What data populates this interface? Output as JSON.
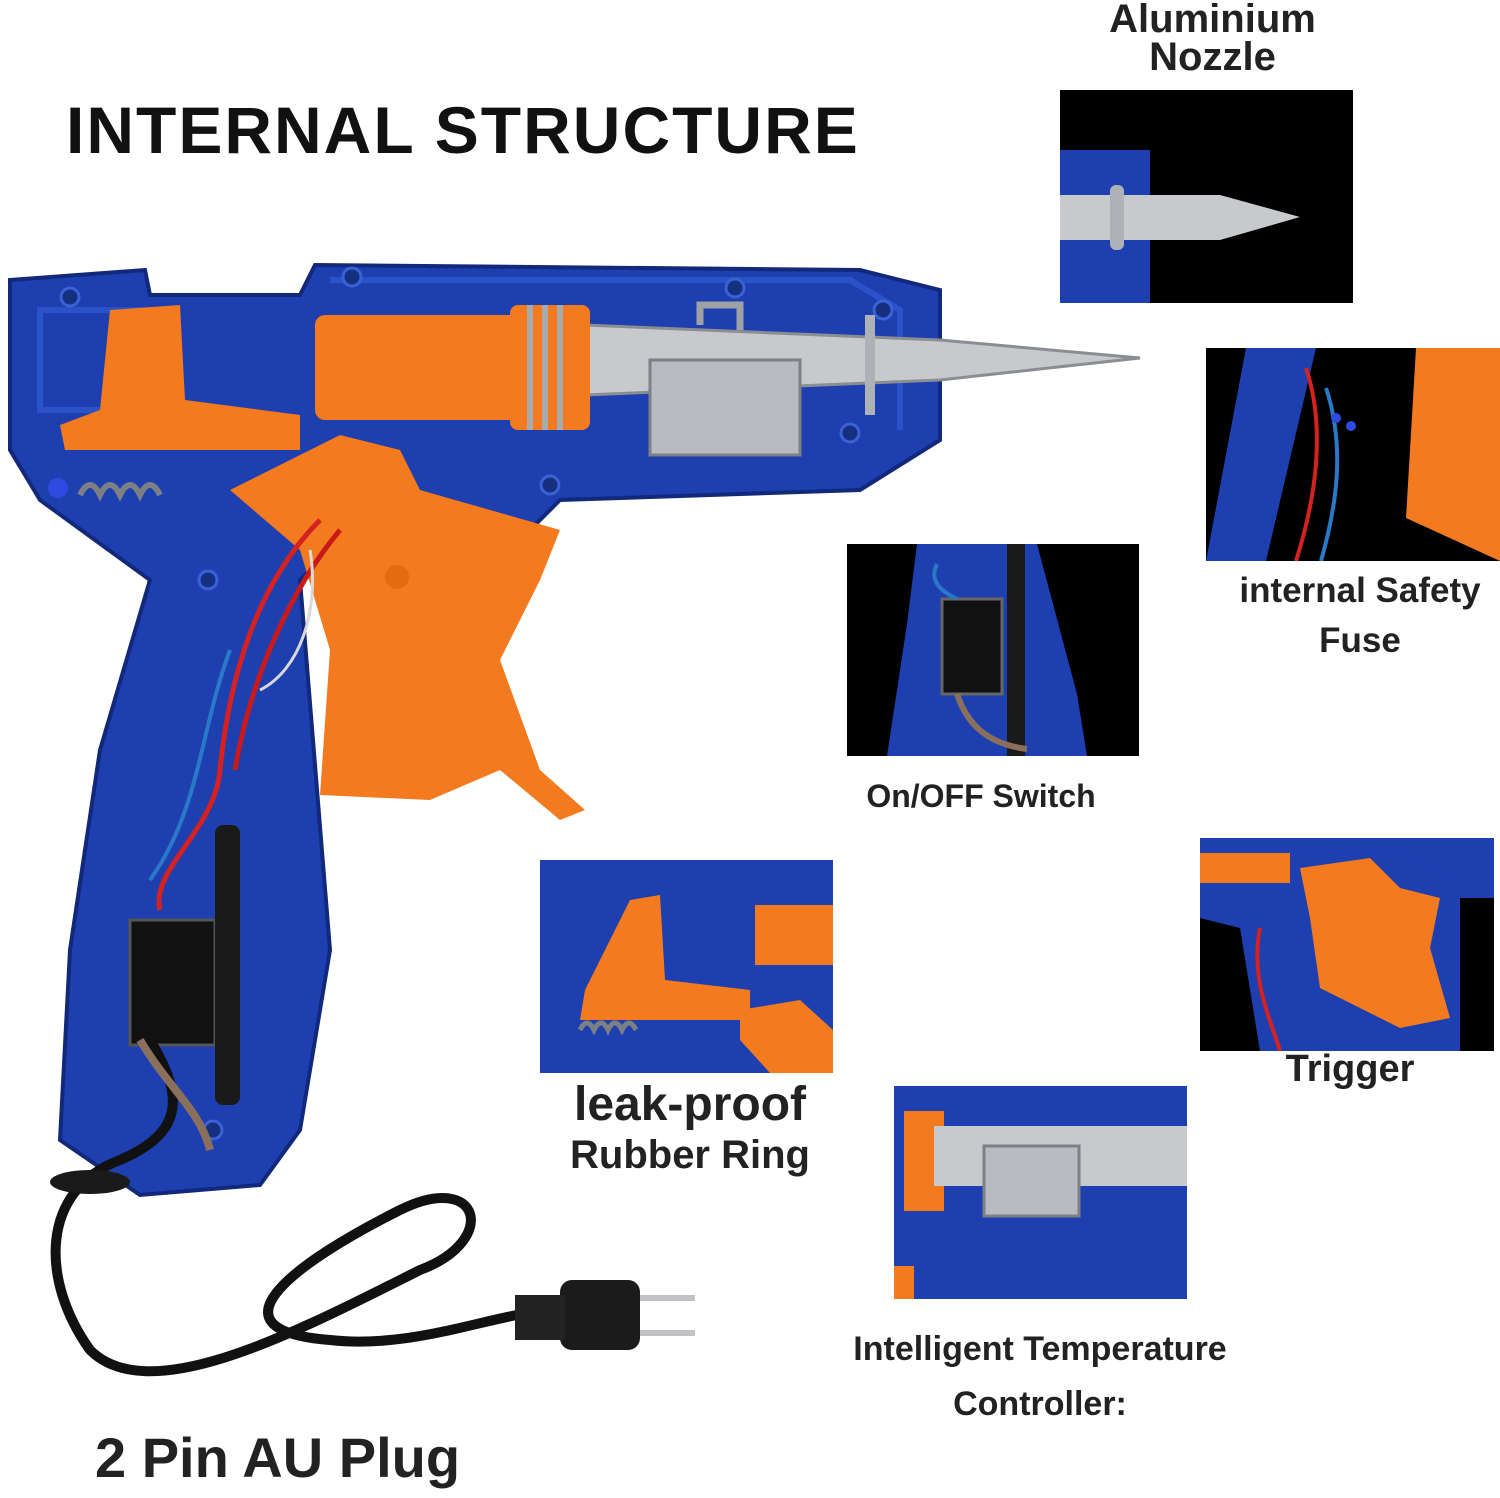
{
  "title": "INTERNAL STRUCTURE",
  "labels": {
    "nozzle_line1": "Aluminium",
    "nozzle_line2": "Nozzle",
    "fuse_line1": "internal Safety",
    "fuse_line2": "Fuse",
    "switch": "On/OFF Switch",
    "trigger": "Trigger",
    "ring_line1": "leak-proof",
    "ring_line2": "Rubber Ring",
    "temp_line1": "Intelligent Temperature",
    "temp_line2": "Controller:",
    "plug": "2 Pin AU Plug"
  },
  "colors": {
    "body_blue": "#1d3fb0",
    "trigger_orange": "#f47a1f",
    "panel_black": "#000000",
    "nozzle_silver": "#c7c9cc"
  }
}
